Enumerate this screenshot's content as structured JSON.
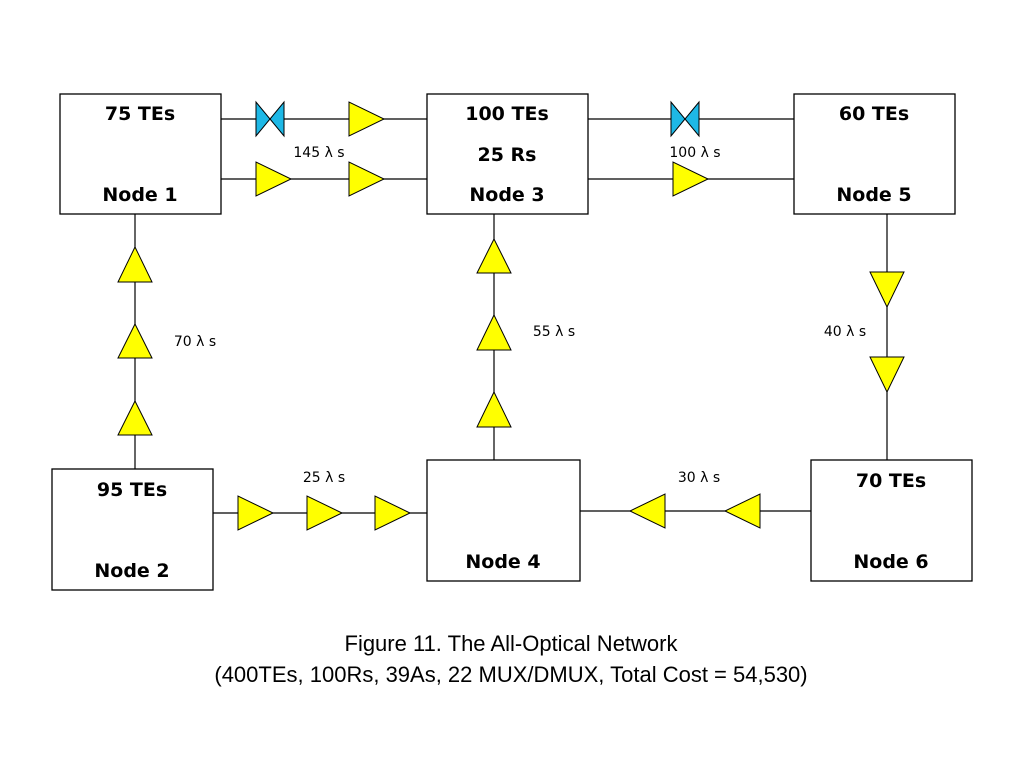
{
  "nodes": {
    "n1": {
      "lines": [
        "75 TEs",
        "",
        "Node 1"
      ]
    },
    "n3": {
      "lines": [
        "100 TEs",
        "25 Rs",
        "Node 3"
      ]
    },
    "n5": {
      "lines": [
        "60 TEs",
        "",
        "Node 5"
      ]
    },
    "n2": {
      "lines": [
        "95 TEs",
        "Node 2"
      ]
    },
    "n4": {
      "lines": [
        "Node 4"
      ]
    },
    "n6": {
      "lines": [
        "70 TEs",
        "Node 6"
      ]
    }
  },
  "links": {
    "n1_n3": "145 λ s",
    "n3_n5": "100 λ s",
    "n1_n2": "70 λ s",
    "n3_n4": "55 λ s",
    "n5_n6": "40 λ s",
    "n2_n4": "25 λ s",
    "n4_n6": "30 λ s"
  },
  "caption": {
    "line1": "Figure 11. The All-Optical Network",
    "line2": "(400TEs, 100Rs, 39As, 22 MUX/DMUX, Total Cost = 54,530)"
  },
  "colors": {
    "amplifier": "#ffff00",
    "mux_demux": "#1eb8e6"
  }
}
